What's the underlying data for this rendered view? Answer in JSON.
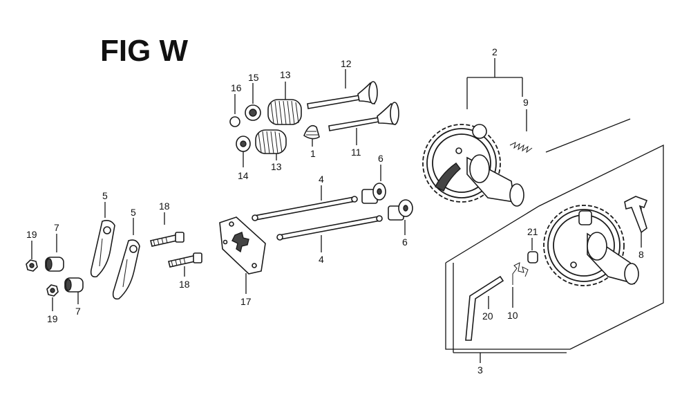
{
  "figure": {
    "title": "FIG W"
  },
  "callouts": {
    "c1": "1",
    "c2": "2",
    "c3": "3",
    "c4a": "4",
    "c4b": "4",
    "c5a": "5",
    "c5b": "5",
    "c6a": "6",
    "c6b": "6",
    "c7a": "7",
    "c7b": "7",
    "c8": "8",
    "c9": "9",
    "c10": "10",
    "c11": "11",
    "c12": "12",
    "c13a": "13",
    "c13b": "13",
    "c14": "14",
    "c15": "15",
    "c16": "16",
    "c17": "17",
    "c18a": "18",
    "c18b": "18",
    "c19a": "19",
    "c19b": "19",
    "c20": "20",
    "c21": "21"
  }
}
